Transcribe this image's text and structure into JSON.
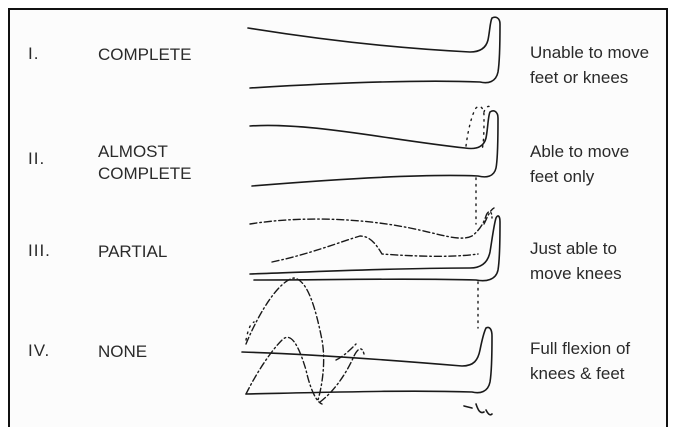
{
  "rows": [
    {
      "numeral": "I.",
      "grade": "COMPLETE",
      "desc_line1": "Unable to move",
      "desc_line2": "feet or knees"
    },
    {
      "numeral": "II.",
      "grade_line1": "ALMOST",
      "grade_line2": "COMPLETE",
      "desc_line1": "Able to move",
      "desc_line2": "feet only"
    },
    {
      "numeral": "III.",
      "grade": "PARTIAL",
      "desc_line1": "Just able to",
      "desc_line2": "move knees"
    },
    {
      "numeral": "IV.",
      "grade": "NONE",
      "desc_line1": "Full flexion of",
      "desc_line2": "knees & feet"
    }
  ]
}
